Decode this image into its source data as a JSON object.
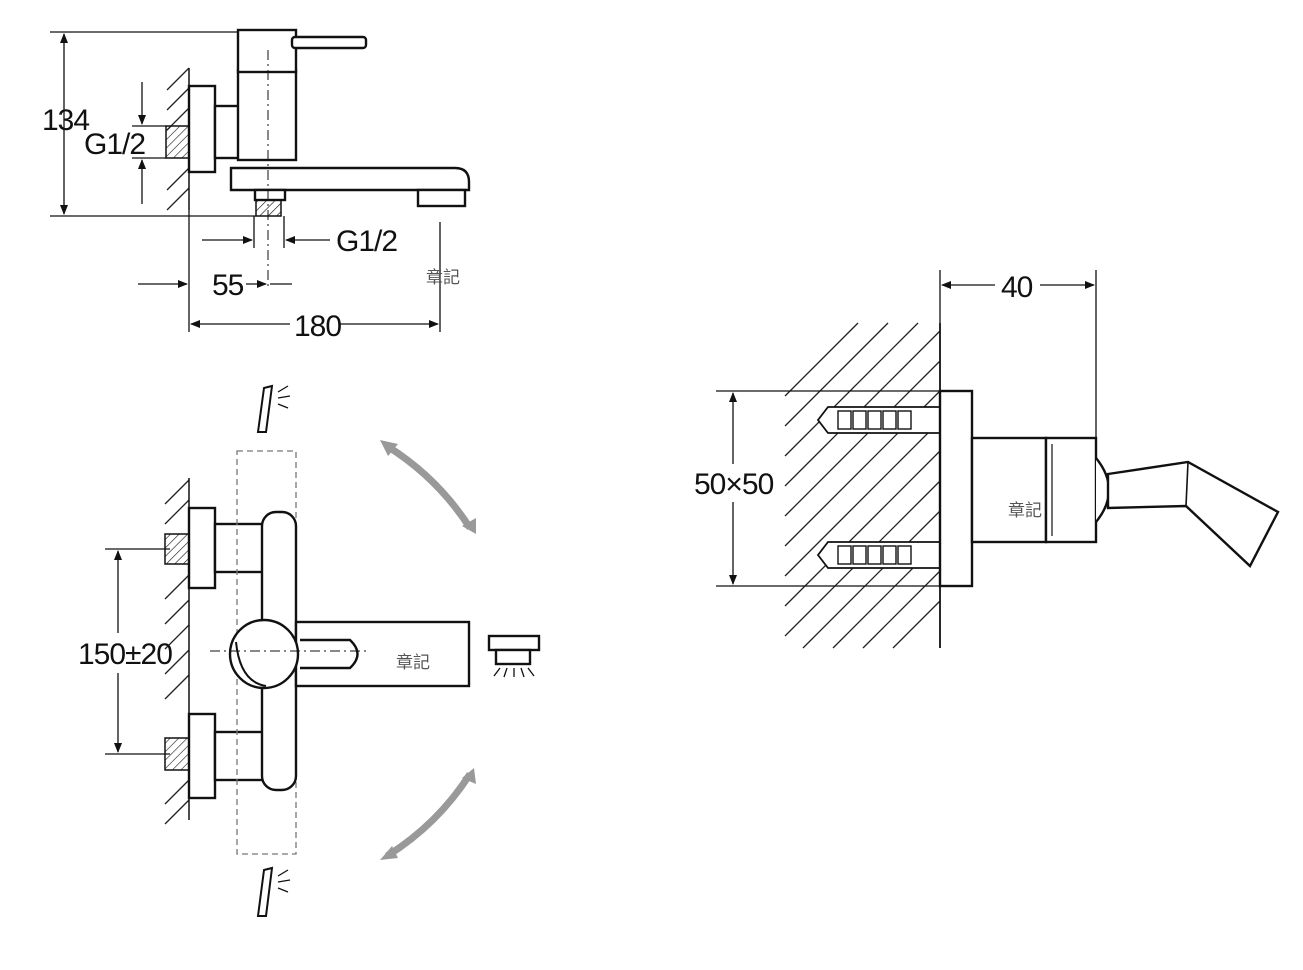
{
  "dimensions": {
    "height": "134",
    "inlet_thread": "G1/2",
    "outlet_thread": "G1/2",
    "inlet_offset": "55",
    "projection": "180",
    "inlet_spacing": "150±20",
    "bracket_depth": "40",
    "bracket_plate": "50×50"
  },
  "watermarks": [
    "章記",
    "章記",
    "章記"
  ],
  "colors": {
    "line": "#111111",
    "arrow_fill": "#cccccc",
    "dashed": "#777777"
  }
}
